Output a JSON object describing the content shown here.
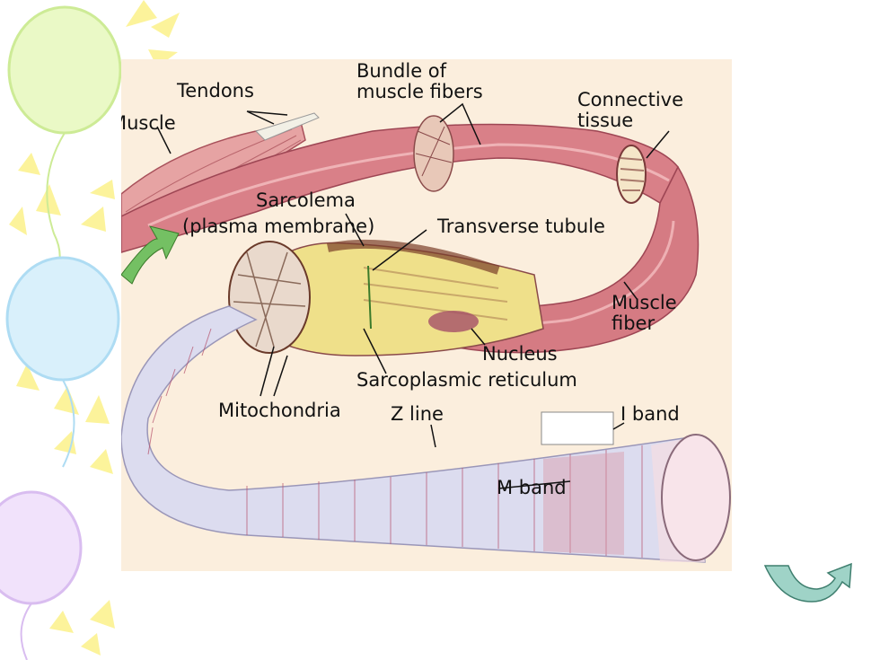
{
  "diagram": {
    "labels": {
      "muscle": "Muscle",
      "tendons": "Tendons",
      "bundle": "Bundle of\nmuscle fibers",
      "connective": "Connective\ntissue",
      "sarcolema": "Sarcolema",
      "plasma": "(plasma membrane)",
      "transverse": "Transverse tubule",
      "muscle_fiber": "Muscle\nfiber",
      "nucleus": "Nucleus",
      "sarcoplasmic": "Sarcoplasmic reticulum",
      "mitochondria": "Mitochondria",
      "z_line": "Z line",
      "i_band": "I band",
      "m_band": "M band"
    }
  },
  "navigation": {
    "next_icon": "curved-return-arrow-icon"
  },
  "colors": {
    "panel_bg": "#fbeedd",
    "muscle_fill": "#c9636a",
    "muscle_light": "#e9a3a6",
    "myofibril": "#d8dcf0",
    "cytoplasm": "#f3ea9e",
    "arrow_green": "#6fbf63",
    "nav_arrow": "#5a9c8c"
  }
}
